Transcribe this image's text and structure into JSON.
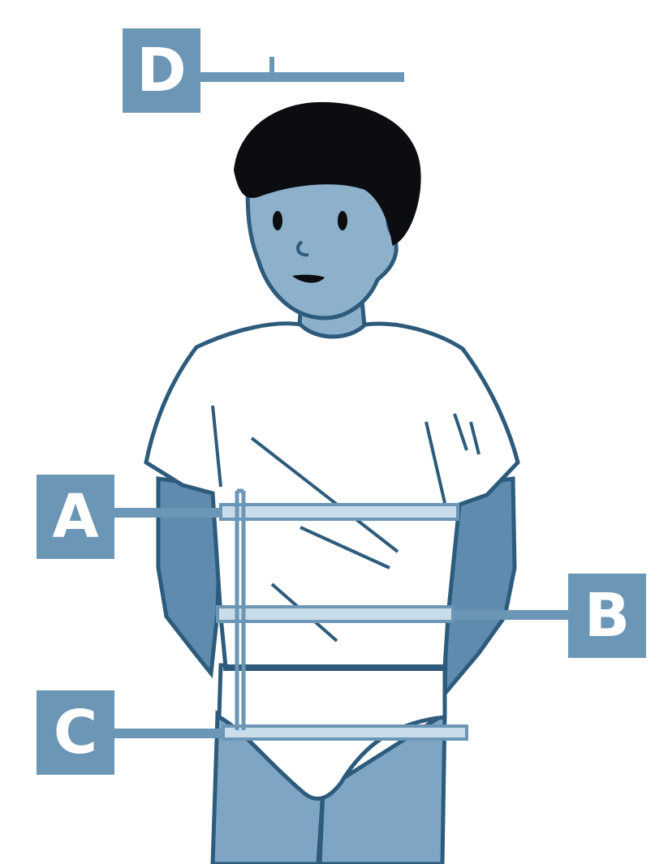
{
  "colors": {
    "label_fill": "#6b96b6",
    "label_text": "#ffffff",
    "leader_line": "#6b96b6",
    "skin": "#8db0cb",
    "hair": "#0b0d10",
    "outline": "#2d5b7c",
    "shirt": "#ffffff",
    "arm": "#5f8cae",
    "legs": "#7ea6c4",
    "scale_band": "#c9dcea"
  },
  "labels": {
    "a": "A",
    "b": "B",
    "c": "C",
    "d": "D"
  }
}
